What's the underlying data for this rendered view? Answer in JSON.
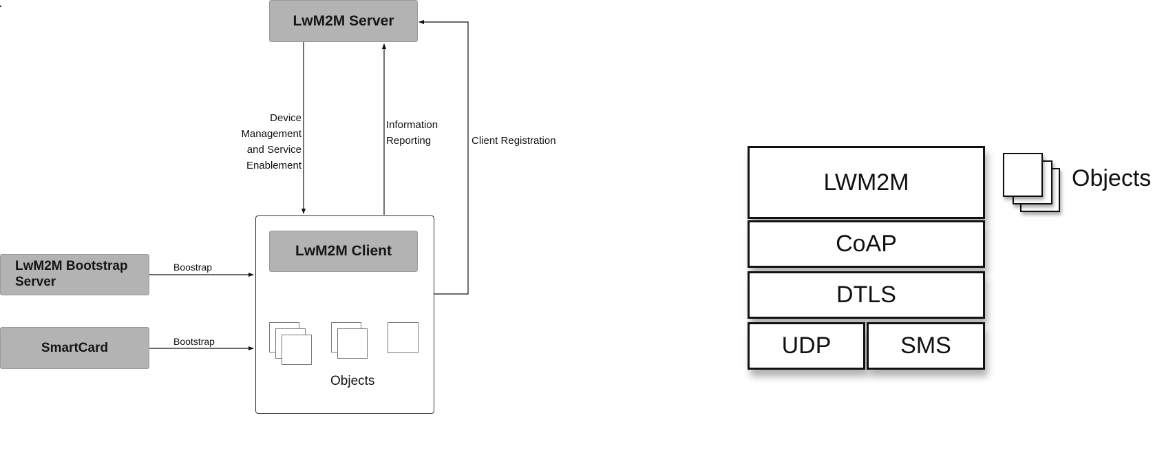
{
  "left_diagram": {
    "server": "LwM2M Server",
    "client": "LwM2M Client",
    "bootstrap_server": "LwM2M Bootstrap Server",
    "smartcard": "SmartCard",
    "arrows": {
      "device_management": "Device Management and Service Enablement",
      "information_reporting": "Information Reporting",
      "client_registration": "Client Registration",
      "bootstrap_from_server": "Boostrap",
      "bootstrap_from_smartcard": "Bootstrap"
    },
    "objects_label": "Objects"
  },
  "right_diagram": {
    "layers": {
      "lwm2m": "LWM2M",
      "coap": "CoAP",
      "dtls": "DTLS",
      "udp": "UDP",
      "sms": "SMS"
    },
    "objects_label": "Objects"
  }
}
